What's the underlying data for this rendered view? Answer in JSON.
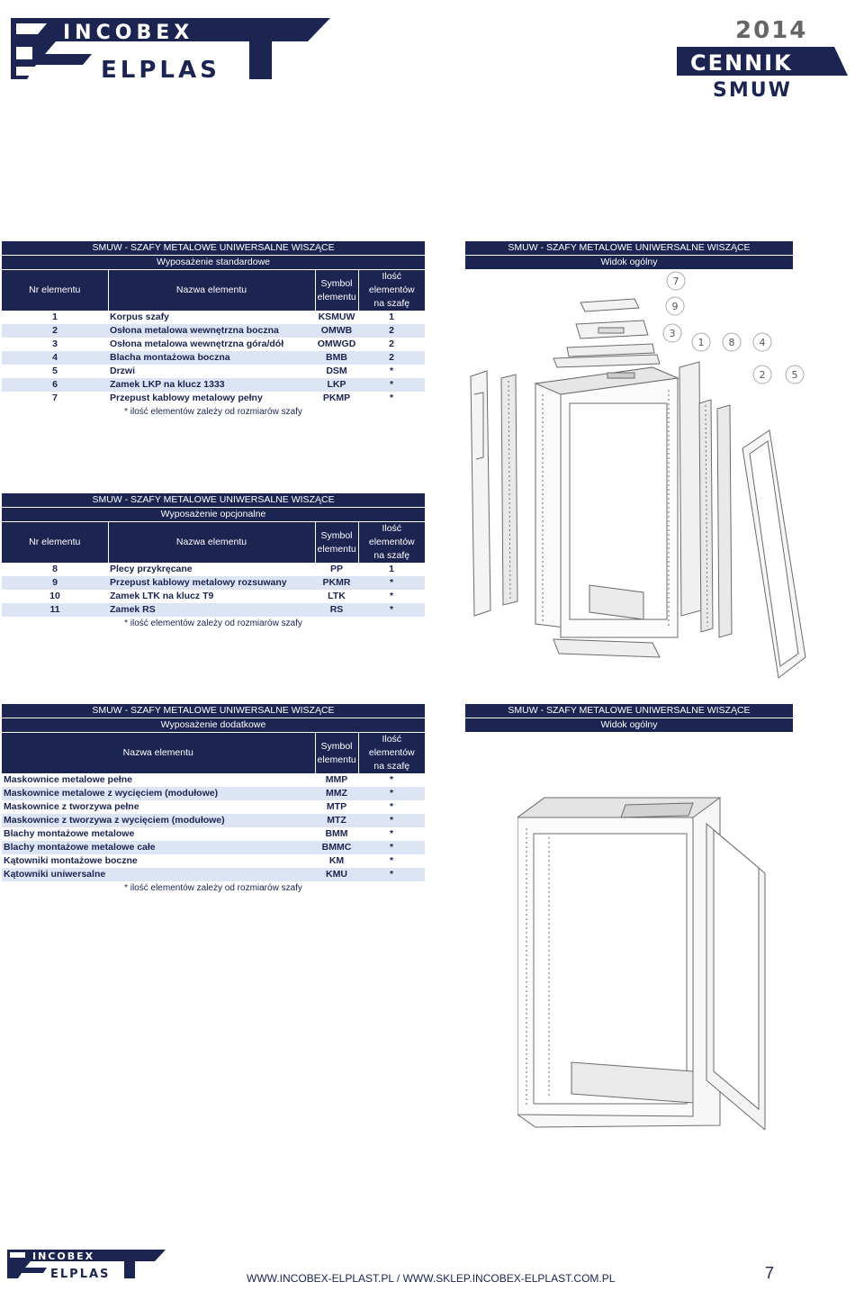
{
  "header": {
    "logo_top": "INCOBEX",
    "logo_bottom": "ELPLAS",
    "badge_year": "2014",
    "badge_title": "CENNIK",
    "badge_sub": "SMUW"
  },
  "colors": {
    "navy": "#1c2452",
    "stripe": "#dde5f5"
  },
  "standard": {
    "title": "SMUW - SZAFY METALOWE UNIWERSALNE WISZĄCE",
    "subtitle": "Wyposażenie standardowe",
    "col_nr": "Nr elementu",
    "col_name": "Nazwa elementu",
    "col_symbol_1": "Symbol",
    "col_symbol_2": "elementu",
    "col_qty_1": "Ilość",
    "col_qty_2": "elementów",
    "col_qty_3": "na szafę",
    "rows": [
      {
        "nr": "1",
        "name": "Korpus szafy",
        "symbol": "KSMUW",
        "qty": "1"
      },
      {
        "nr": "2",
        "name": "Osłona metalowa wewnętrzna boczna",
        "symbol": "OMWB",
        "qty": "2"
      },
      {
        "nr": "3",
        "name": "Osłona metalowa wewnętrzna góra/dół",
        "symbol": "OMWGD",
        "qty": "2"
      },
      {
        "nr": "4",
        "name": "Blacha montażowa boczna",
        "symbol": "BMB",
        "qty": "2"
      },
      {
        "nr": "5",
        "name": "Drzwi",
        "symbol": "DSM",
        "qty": "*"
      },
      {
        "nr": "6",
        "name": "Zamek LKP na klucz 1333",
        "symbol": "LKP",
        "qty": "*"
      },
      {
        "nr": "7",
        "name": "Przepust kablowy metalowy pełny",
        "symbol": "PKMP",
        "qty": "*"
      }
    ],
    "note": "* ilość elementów zależy od rozmiarów szafy"
  },
  "optional": {
    "title": "SMUW - SZAFY METALOWE UNIWERSALNE WISZĄCE",
    "subtitle": "Wyposażenie opcjonalne",
    "col_nr": "Nr elementu",
    "col_name": "Nazwa elementu",
    "col_symbol_1": "Symbol",
    "col_symbol_2": "elementu",
    "col_qty_1": "Ilość",
    "col_qty_2": "elementów",
    "col_qty_3": "na szafę",
    "rows": [
      {
        "nr": "8",
        "name": "Plecy przykręcane",
        "symbol": "PP",
        "qty": "1"
      },
      {
        "nr": "9",
        "name": "Przepust kablowy metalowy rozsuwany",
        "symbol": "PKMR",
        "qty": "*"
      },
      {
        "nr": "10",
        "name": "Zamek LTK na klucz T9",
        "symbol": "LTK",
        "qty": "*"
      },
      {
        "nr": "11",
        "name": "Zamek RS",
        "symbol": "RS",
        "qty": "*"
      }
    ],
    "note": "* ilość elementów zależy od rozmiarów szafy"
  },
  "additional": {
    "title": "SMUW - SZAFY METALOWE UNIWERSALNE WISZĄCE",
    "subtitle": "Wyposażenie dodatkowe",
    "col_name": "Nazwa elementu",
    "col_symbol_1": "Symbol",
    "col_symbol_2": "elementu",
    "col_qty_1": "Ilość",
    "col_qty_2": "elementów",
    "col_qty_3": "na szafę",
    "rows": [
      {
        "name": "Maskownice metalowe pełne",
        "symbol": "MMP",
        "qty": "*"
      },
      {
        "name": "Maskownice metalowe z wycięciem (modułowe)",
        "symbol": "MMZ",
        "qty": "*"
      },
      {
        "name": "Maskownice z tworzywa pełne",
        "symbol": "MTP",
        "qty": "*"
      },
      {
        "name": "Maskownice z tworzywa z wycięciem (modułowe)",
        "symbol": "MTZ",
        "qty": "*"
      },
      {
        "name": "Blachy montażowe metalowe",
        "symbol": "BMM",
        "qty": "*"
      },
      {
        "name": "Blachy montażowe metalowe całe",
        "symbol": "BMMC",
        "qty": "*"
      },
      {
        "name": "Kątowniki montażowe boczne",
        "symbol": "KM",
        "qty": "*"
      },
      {
        "name": "Kątowniki uniwersalne",
        "symbol": "KMU",
        "qty": "*"
      }
    ],
    "note": "* ilość elementów zależy od rozmiarów szafy"
  },
  "view1": {
    "title": "SMUW - SZAFY METALOWE UNIWERSALNE WISZĄCE",
    "subtitle": "Widok ogólny",
    "callouts": [
      "7",
      "9",
      "3",
      "1",
      "8",
      "4",
      "2",
      "5"
    ]
  },
  "view2": {
    "title": "SMUW - SZAFY METALOWE UNIWERSALNE WISZĄCE",
    "subtitle": "Widok ogólny"
  },
  "footer": {
    "url": "WWW.INCOBEX-ELPLAST.PL / WWW.SKLEP.INCOBEX-ELPLAST.COM.PL",
    "page": "7"
  }
}
